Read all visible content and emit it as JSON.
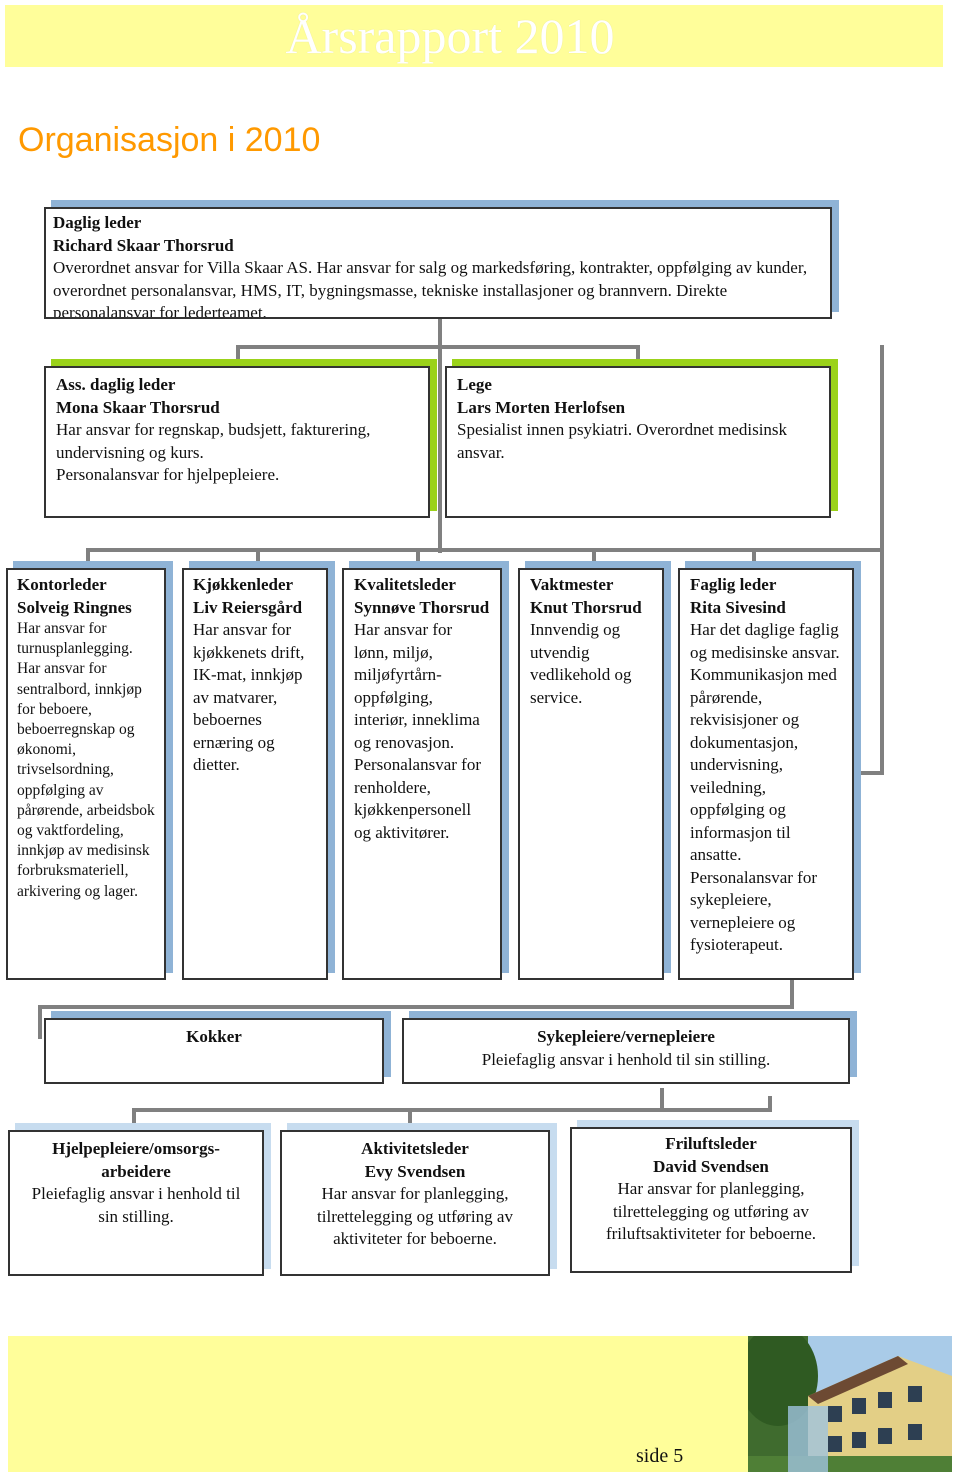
{
  "header": {
    "title": "Årsrapport 2010"
  },
  "page_heading": "Organisasjon i 2010",
  "daglig_leder": {
    "role": "Daglig leder",
    "name": "Richard Skaar Thorsrud",
    "desc": "Overordnet ansvar for Villa Skaar AS. Har ansvar for salg og markedsføring, kontrakter, oppfølging av kunder, overordnet personalansvar, HMS, IT, bygningsmasse, tekniske installasjoner og brannvern. Direkte personalansvar for lederteamet."
  },
  "ass_leder": {
    "role": "Ass. daglig leder",
    "name": "Mona Skaar Thorsrud",
    "desc": "Har ansvar for regnskap, budsjett, fakturering, undervisning og kurs.",
    "desc2": "Personalansvar for hjelpepleiere."
  },
  "lege": {
    "role": "Lege",
    "name": "Lars Morten Herlofsen",
    "desc": "Spesialist innen psykiatri. Overordnet medisinsk ansvar."
  },
  "kontorleder": {
    "role": "Kontorleder",
    "name": "Solveig Ringnes",
    "desc": "Har ansvar for turnusplanlegging. Har ansvar for sentralbord, innkjøp for beboere, beboerregnskap og økonomi, trivselsordning, oppfølging av pårørende, arbeidsbok og vaktfordeling, innkjøp av medisinsk forbruksmateriell, arkivering og lager."
  },
  "kjokkenleder": {
    "role": "Kjøkkenleder",
    "name": "Liv Reiersgård",
    "desc": "Har ansvar for kjøkkenets drift, IK-mat, innkjøp av matvarer, beboernes ernæring og dietter."
  },
  "kvalitetsleder": {
    "role": "Kvalitetsleder",
    "name": "Synnøve Thorsrud",
    "desc": "Har ansvar for lønn, miljø, miljøfyrtårn-oppfølging, interiør, inneklima og renovasjon. Personalansvar for renholdere, kjøkkenpersonell og aktivitører."
  },
  "vaktmester": {
    "role": "Vaktmester",
    "name": "Knut Thorsrud",
    "desc": "Innvendig og utvendig vedlikehold og service."
  },
  "faglig_leder": {
    "role": "Faglig leder",
    "name": "Rita Sivesind",
    "desc": "Har det daglige faglig og medisinske ansvar. Kommunikasjon med pårørende, rekvisisjoner og dokumentasjon, undervisning, veiledning, oppfølging og informasjon til ansatte. Personalansvar for sykepleiere, vernepleiere og fysioterapeut."
  },
  "kokker": {
    "role": "Kokker"
  },
  "sykepleiere": {
    "role": "Sykepleiere/vernepleiere",
    "desc": "Pleiefaglig ansvar i henhold til sin stilling."
  },
  "hjelpepleiere": {
    "role": "Hjelpepleiere/omsorgs-arbeidere",
    "desc": "Pleiefaglig ansvar i henhold til sin stilling."
  },
  "aktivitetsleder": {
    "role": "Aktivitetsleder",
    "name": "Evy Svendsen",
    "desc": "Har ansvar for planlegging, tilrettelegging og utføring av aktiviteter for beboerne."
  },
  "friluftsleder": {
    "role": "Friluftsleder",
    "name": "David Svendsen",
    "desc": "Har ansvar for planlegging, tilrettelegging og utføring av friluftsaktiviteter for beboerne."
  },
  "footer": {
    "page_label": "side 5"
  }
}
